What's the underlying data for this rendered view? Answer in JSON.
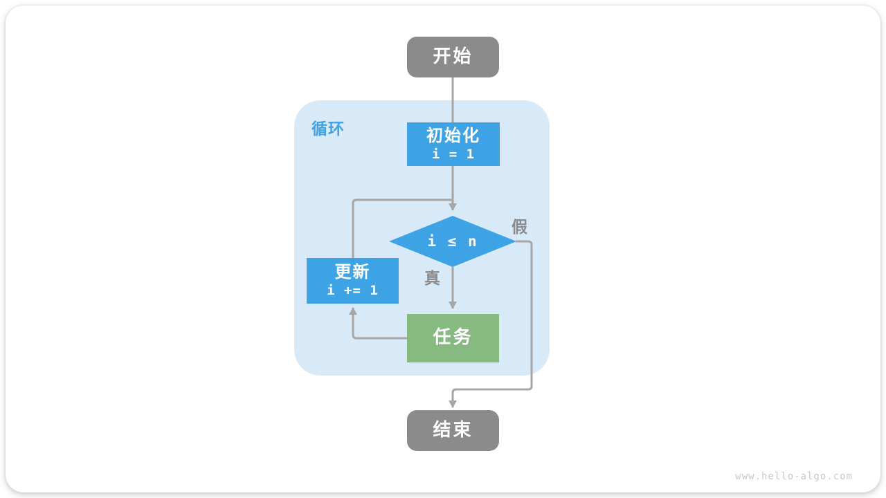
{
  "watermark": "www.hello-algo.com",
  "colors": {
    "node-blue": "#3da3e4",
    "node-green": "#86ba81",
    "node-gray": "#8b8b8b",
    "loop-bg": "#d8eaf8",
    "line": "#a6a6a6",
    "label-gray": "#8a8a8a",
    "label-blue": "#3da3e4",
    "watermark-color": "#c8c8c8"
  },
  "diagram": {
    "loop_label": "循环",
    "nodes": {
      "start": {
        "label": "开始"
      },
      "init": {
        "title": "初始化",
        "code": "i = 1"
      },
      "condition": {
        "code": "i ≤ n"
      },
      "update": {
        "title": "更新",
        "code": "i += 1"
      },
      "task": {
        "label": "任务"
      },
      "end": {
        "label": "结束"
      }
    },
    "edges": {
      "true_label": "真",
      "false_label": "假"
    }
  }
}
